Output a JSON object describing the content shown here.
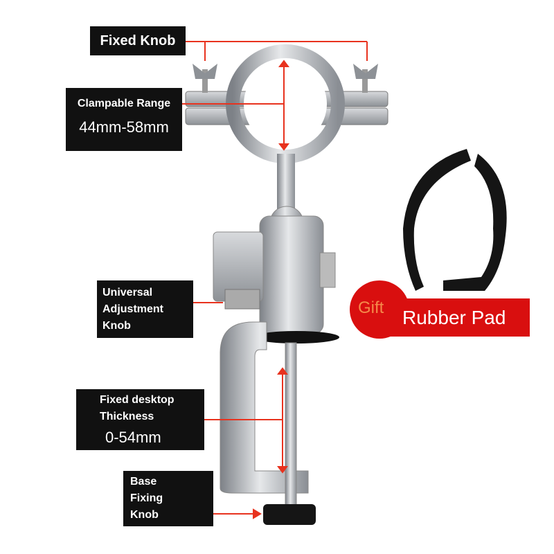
{
  "labels": {
    "fixed_knob": "Fixed Knob",
    "clampable_range": "Clampable Range",
    "clampable_range_value": "44mm-58mm",
    "universal_line1": "Universal",
    "universal_line2": "Adjustment",
    "universal_line3": "Knob",
    "desktop_line1": "Fixed desktop",
    "desktop_line2": "Thickness",
    "desktop_value": "0-54mm",
    "base_line1": "Base",
    "base_line2": "Fixing",
    "base_line3": "Knob"
  },
  "gift": {
    "gift_label": "Gift",
    "item_label": "Rubber Pad"
  },
  "colors": {
    "label_bg": "#111111",
    "arrow": "#e8321e",
    "badge_red": "#d90f0f",
    "gift_text": "#f58a4a",
    "metal": "#a9adb2"
  }
}
